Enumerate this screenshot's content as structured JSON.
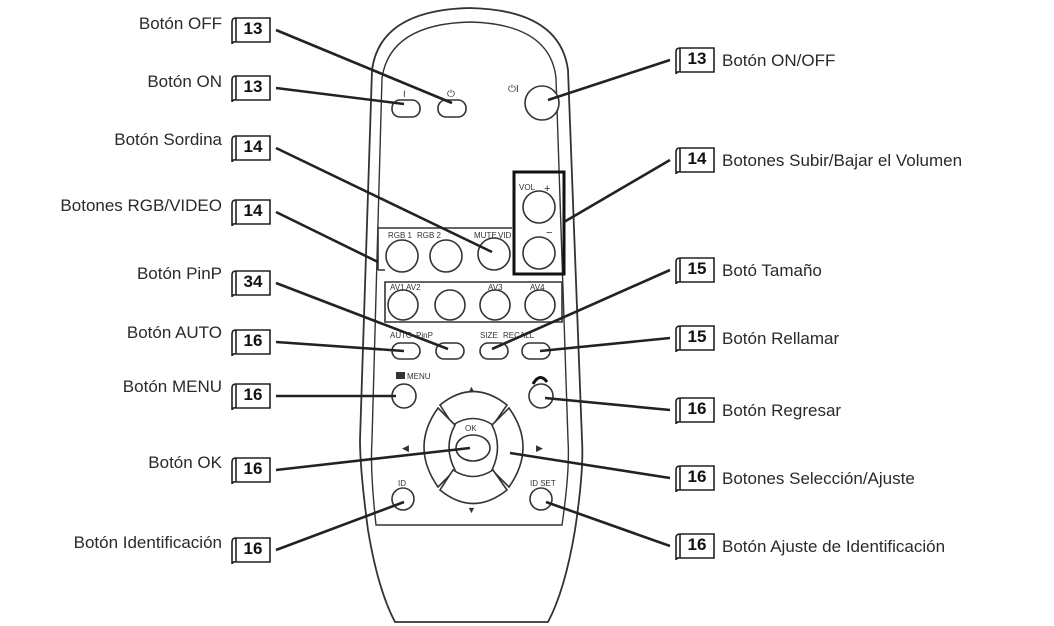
{
  "remote": {
    "button_labels": {
      "rgb1": "RGB 1",
      "rgb2": "RGB 2",
      "mute": "MUTE",
      "vid": "VID",
      "vol": "VOL",
      "av1": "AV1",
      "av2": "AV2",
      "av3": "AV3",
      "av4": "AV4",
      "auto": "AUTO",
      "pinp": "PinP",
      "size": "SIZE",
      "recall": "RECALL",
      "menu": "MENU",
      "ok": "OK",
      "id": "ID",
      "idset": "ID SET"
    }
  },
  "callouts": {
    "left": [
      {
        "label": "Botón OFF",
        "page": "13"
      },
      {
        "label": "Botón ON",
        "page": "13"
      },
      {
        "label": "Botón Sordina",
        "page": "14"
      },
      {
        "label": "Botones RGB/VIDEO",
        "page": "14"
      },
      {
        "label": "Botón PinP",
        "page": "34"
      },
      {
        "label": "Botón AUTO",
        "page": "16"
      },
      {
        "label": "Botón MENU",
        "page": "16"
      },
      {
        "label": "Botón OK",
        "page": "16"
      },
      {
        "label": "Botón Identificación",
        "page": "16"
      }
    ],
    "right": [
      {
        "label": "Botón ON/OFF",
        "page": "13"
      },
      {
        "label": "Botones Subir/Bajar el Volumen",
        "page": "14"
      },
      {
        "label": "Botó Tamaño",
        "page": "15"
      },
      {
        "label": "Botón Rellamar",
        "page": "15"
      },
      {
        "label": "Botón Regresar",
        "page": "16"
      },
      {
        "label": "Botones Selección/Ajuste",
        "page": "16"
      },
      {
        "label": "Botón Ajuste de Identificación",
        "page": "16"
      }
    ]
  }
}
